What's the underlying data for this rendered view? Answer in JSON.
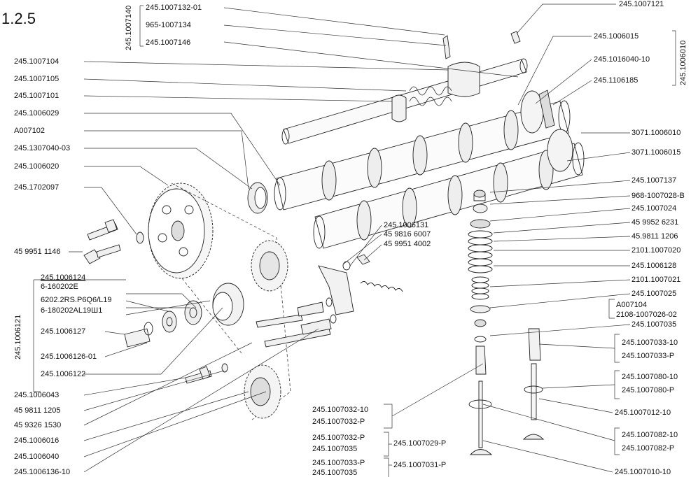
{
  "section_number": "1.2.5",
  "left_labels": [
    "245.1007104",
    "245.1007105",
    "245.1007101",
    "245.1006029",
    "A007102",
    "245.1307040-03",
    "245.1006020",
    "245.1702097",
    "45 9951 1146",
    "245.1006127",
    "245.1006126-01",
    "245.1006122",
    "245.1006043",
    "45 9811 1205",
    "45 9326 1530",
    "245.1006016",
    "245.1006040",
    "245.1006136-10"
  ],
  "top_group": {
    "code": "245.1007140",
    "items": [
      "245.1007132-01",
      "965-1007134",
      "245.1007146"
    ]
  },
  "bearing_group": {
    "code": "245.1006121",
    "items": [
      "245.1006124",
      "6-160202E",
      "6202.2RS.P6Q6/L19",
      "6-180202AL19Ш1"
    ]
  },
  "right_group_top": {
    "code": "245.1006010",
    "items": [
      "245.1006015",
      "245.1016040-10",
      "245.1106185"
    ]
  },
  "right_labels": [
    "245.1007121",
    "3071.1006010",
    "3071.1006015",
    "245.1007137",
    "968-1007028-B",
    "245.1007024",
    "45 9952 6231",
    "45.9811 1206",
    "2101.1007020",
    "245.1006128",
    "2101.1007021",
    "245.1007025",
    "245.1007035",
    "245.1007012-10",
    "245.1007010-10"
  ],
  "right_pair_a": [
    "A007104",
    "2108-1007026-02"
  ],
  "right_pair_groups": [
    [
      "245.1007033-10",
      "245.1007033-P"
    ],
    [
      "245.1007080-10",
      "245.1007080-P"
    ],
    [
      "245.1007082-10",
      "245.1007082-P"
    ]
  ],
  "mid_labels": [
    "245.1006131",
    "45 9816 6007",
    "45 9951 4002"
  ],
  "bottom_groups": [
    {
      "items": [
        "245.1007032-10",
        "245.1007032-P"
      ],
      "code": ""
    },
    {
      "items": [
        "245.1007032-P",
        "245.1007035"
      ],
      "code": "245.1007029-P"
    },
    {
      "items": [
        "245.1007033-P",
        "245.1007035"
      ],
      "code": "245.1007031-P"
    }
  ]
}
